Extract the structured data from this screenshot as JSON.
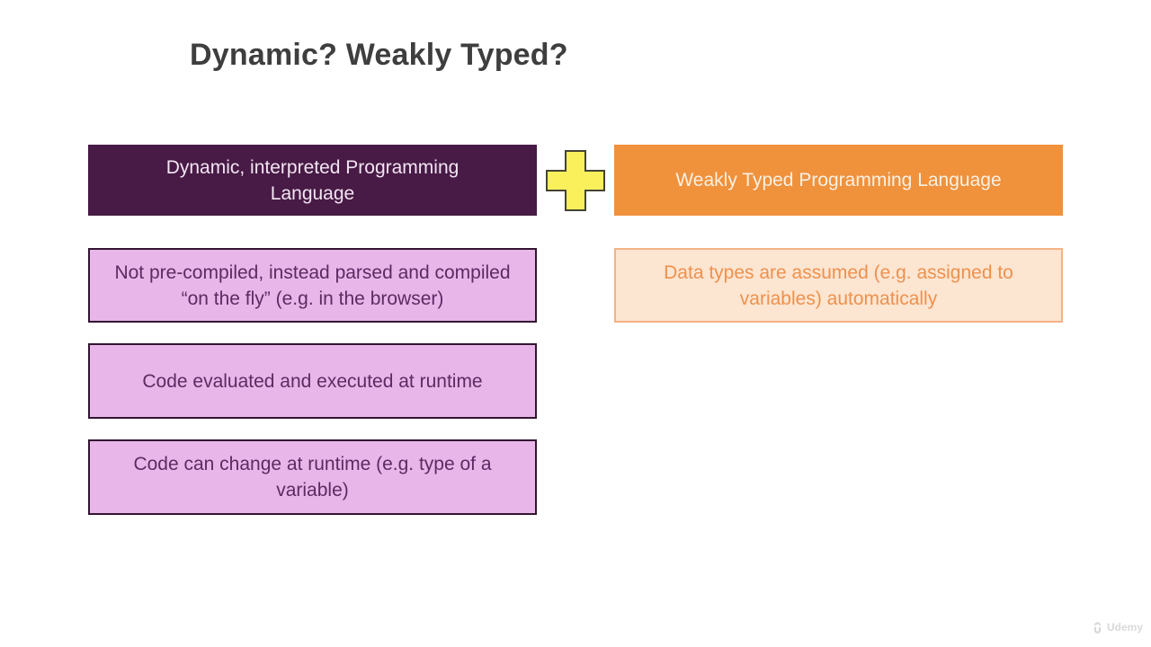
{
  "slide": {
    "title": "Dynamic? Weakly Typed?",
    "left_column": {
      "header": "Dynamic, interpreted Programming Language",
      "items": [
        "Not pre-compiled, instead parsed and compiled “on the fly” (e.g. in the browser)",
        "Code evaluated and executed at runtime",
        "Code can change at runtime (e.g. type of a variable)"
      ]
    },
    "right_column": {
      "header": "Weakly Typed Programming Language",
      "items": [
        "Data types are assumed (e.g. assigned to variables) automatically"
      ]
    },
    "plus_icon": "plus",
    "watermark": "Udemy",
    "colors": {
      "title_text": "#3e3e3e",
      "dark_purple": "#471b45",
      "purple_header_text": "#f3e4f3",
      "orange": "#f0913c",
      "orange_header_text": "#f9f1e3",
      "light_purple_bg": "#e8b6e9",
      "purple_item_border": "#321531",
      "purple_item_text": "#5c2b62",
      "light_orange_bg": "#fce5d1",
      "orange_item_border": "#f3b387",
      "orange_item_text": "#ee914d",
      "plus_fill": "#f9f05c",
      "plus_stroke": "#454433",
      "watermark": "#d9d9d9"
    }
  }
}
